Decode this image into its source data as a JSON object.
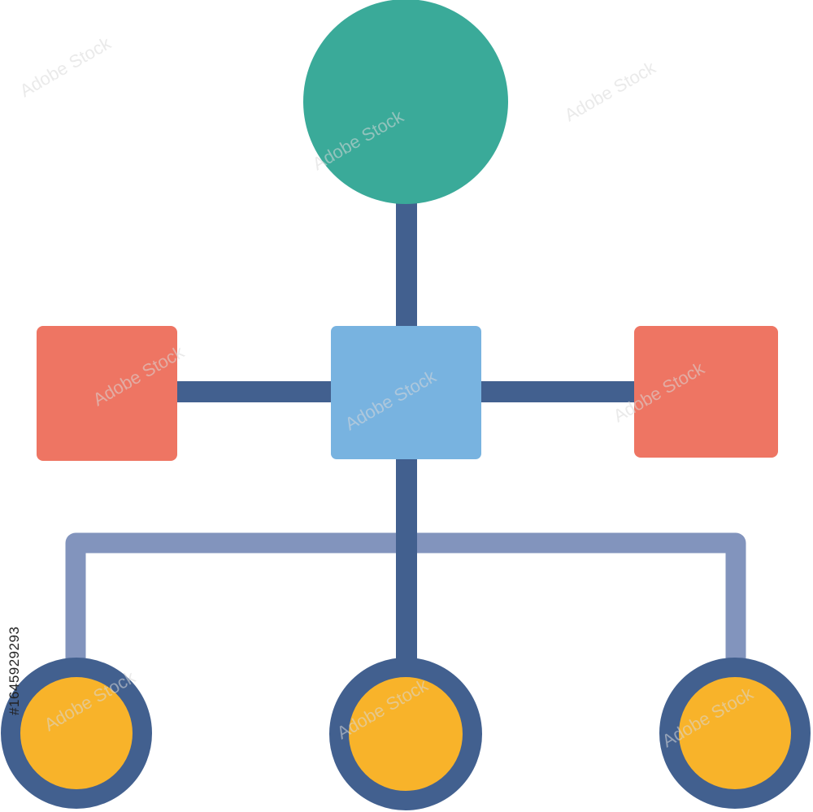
{
  "diagram": {
    "type": "hierarchy-network-icon",
    "colors": {
      "root": "#3aaa99",
      "hub": "#78b3e0",
      "side": "#ee7563",
      "leaf_fill": "#f8b32a",
      "leaf_ring": "#42608f",
      "connector": "#42608f",
      "branch_bar": "#8294bd"
    },
    "nodes": [
      {
        "id": "root",
        "shape": "circle",
        "color_role": "root"
      },
      {
        "id": "hub",
        "shape": "square",
        "color_role": "hub"
      },
      {
        "id": "left",
        "shape": "square",
        "color_role": "side"
      },
      {
        "id": "right",
        "shape": "square",
        "color_role": "side"
      },
      {
        "id": "leaf-left",
        "shape": "ring-circle",
        "color_role": "leaf_fill"
      },
      {
        "id": "leaf-center",
        "shape": "ring-circle",
        "color_role": "leaf_fill"
      },
      {
        "id": "leaf-right",
        "shape": "ring-circle",
        "color_role": "leaf_fill"
      }
    ],
    "edges": [
      {
        "from": "root",
        "to": "hub"
      },
      {
        "from": "hub",
        "to": "left"
      },
      {
        "from": "hub",
        "to": "right"
      },
      {
        "from": "hub",
        "to": "leaf-center"
      },
      {
        "from": "hub",
        "to": "leaf-left"
      },
      {
        "from": "hub",
        "to": "leaf-right"
      }
    ]
  },
  "watermark": {
    "text": "Adobe Stock",
    "stock_id": "#1645929293"
  }
}
